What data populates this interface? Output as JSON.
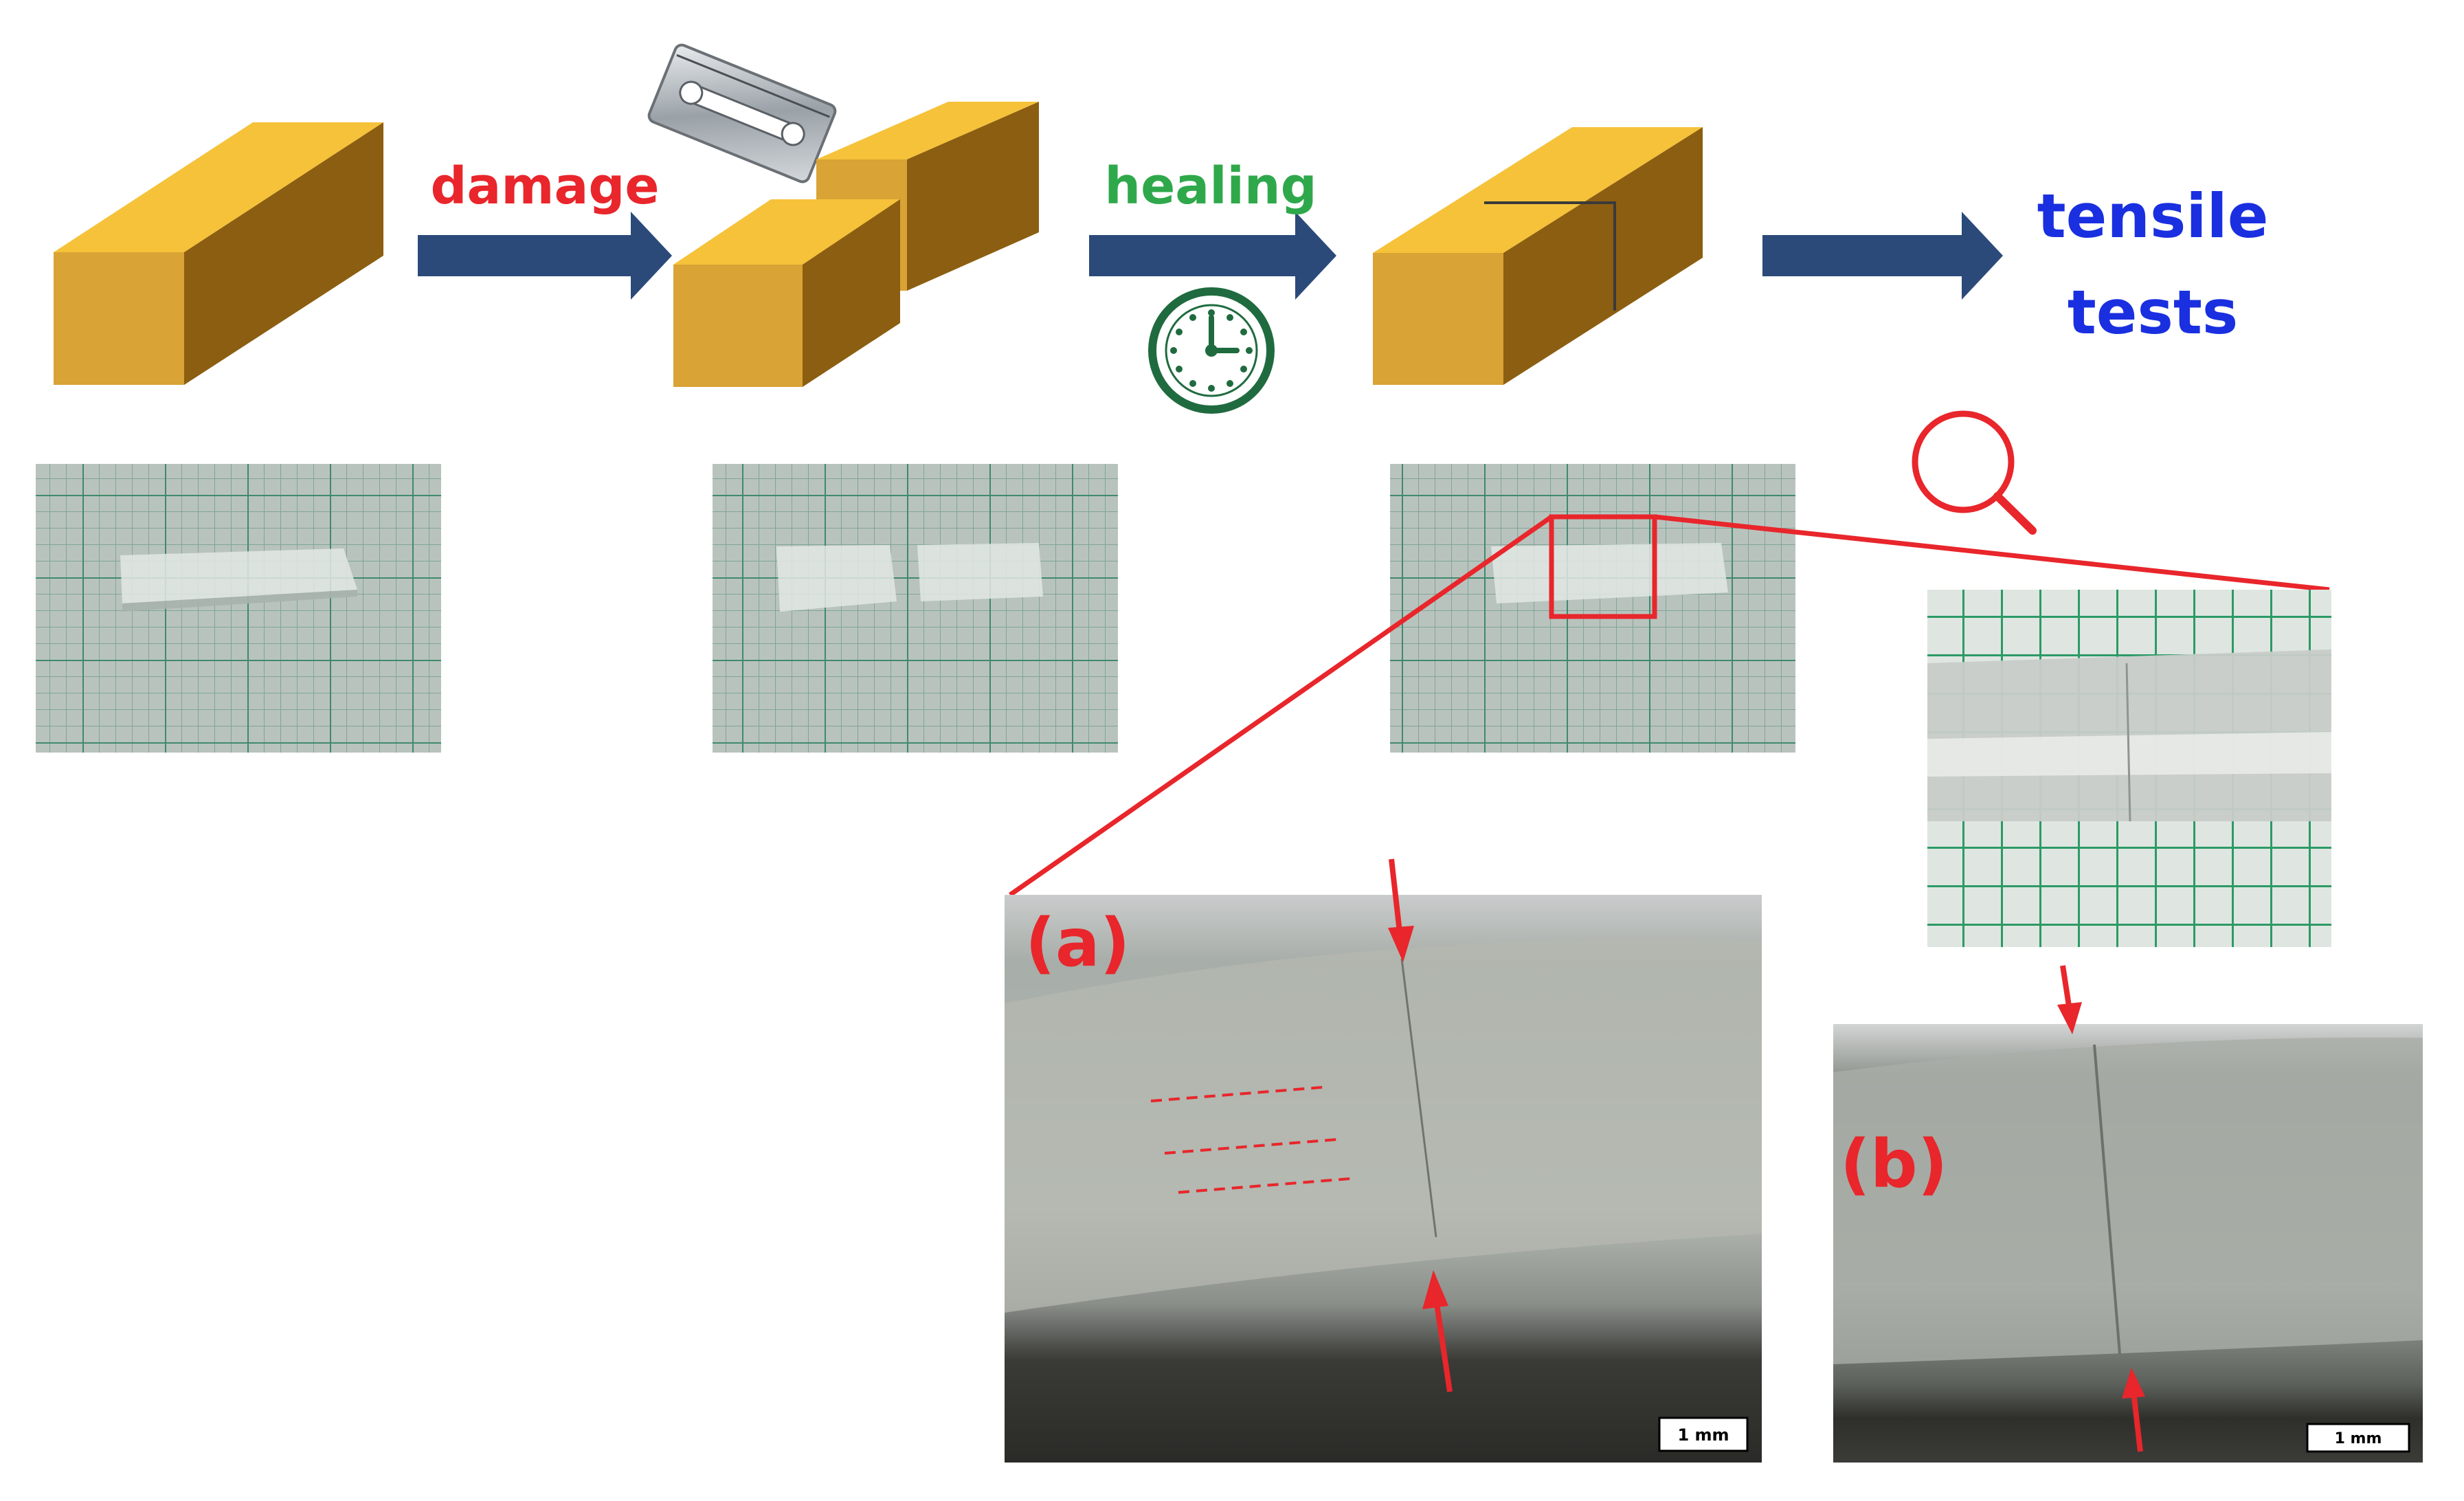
{
  "steps": {
    "damage": "damage",
    "healing": "healing",
    "result_line1": "tensile",
    "result_line2": "tests"
  },
  "panels": {
    "a_label": "(a)",
    "b_label": "(b)",
    "scale_a": "1 mm",
    "scale_b": "1 mm"
  },
  "colors": {
    "block_top": "#f5c23a",
    "block_front": "#d9a335",
    "block_side": "#8c5e11",
    "arrow": "#2b4a7a",
    "damage": "#e8262b",
    "healing": "#2fa84b",
    "tensile": "#1a2fe0",
    "callout": "#e8262b",
    "clock": "#1f6b3f"
  },
  "icons": [
    "razor-blade-icon",
    "clock-icon",
    "magnifier-icon"
  ]
}
